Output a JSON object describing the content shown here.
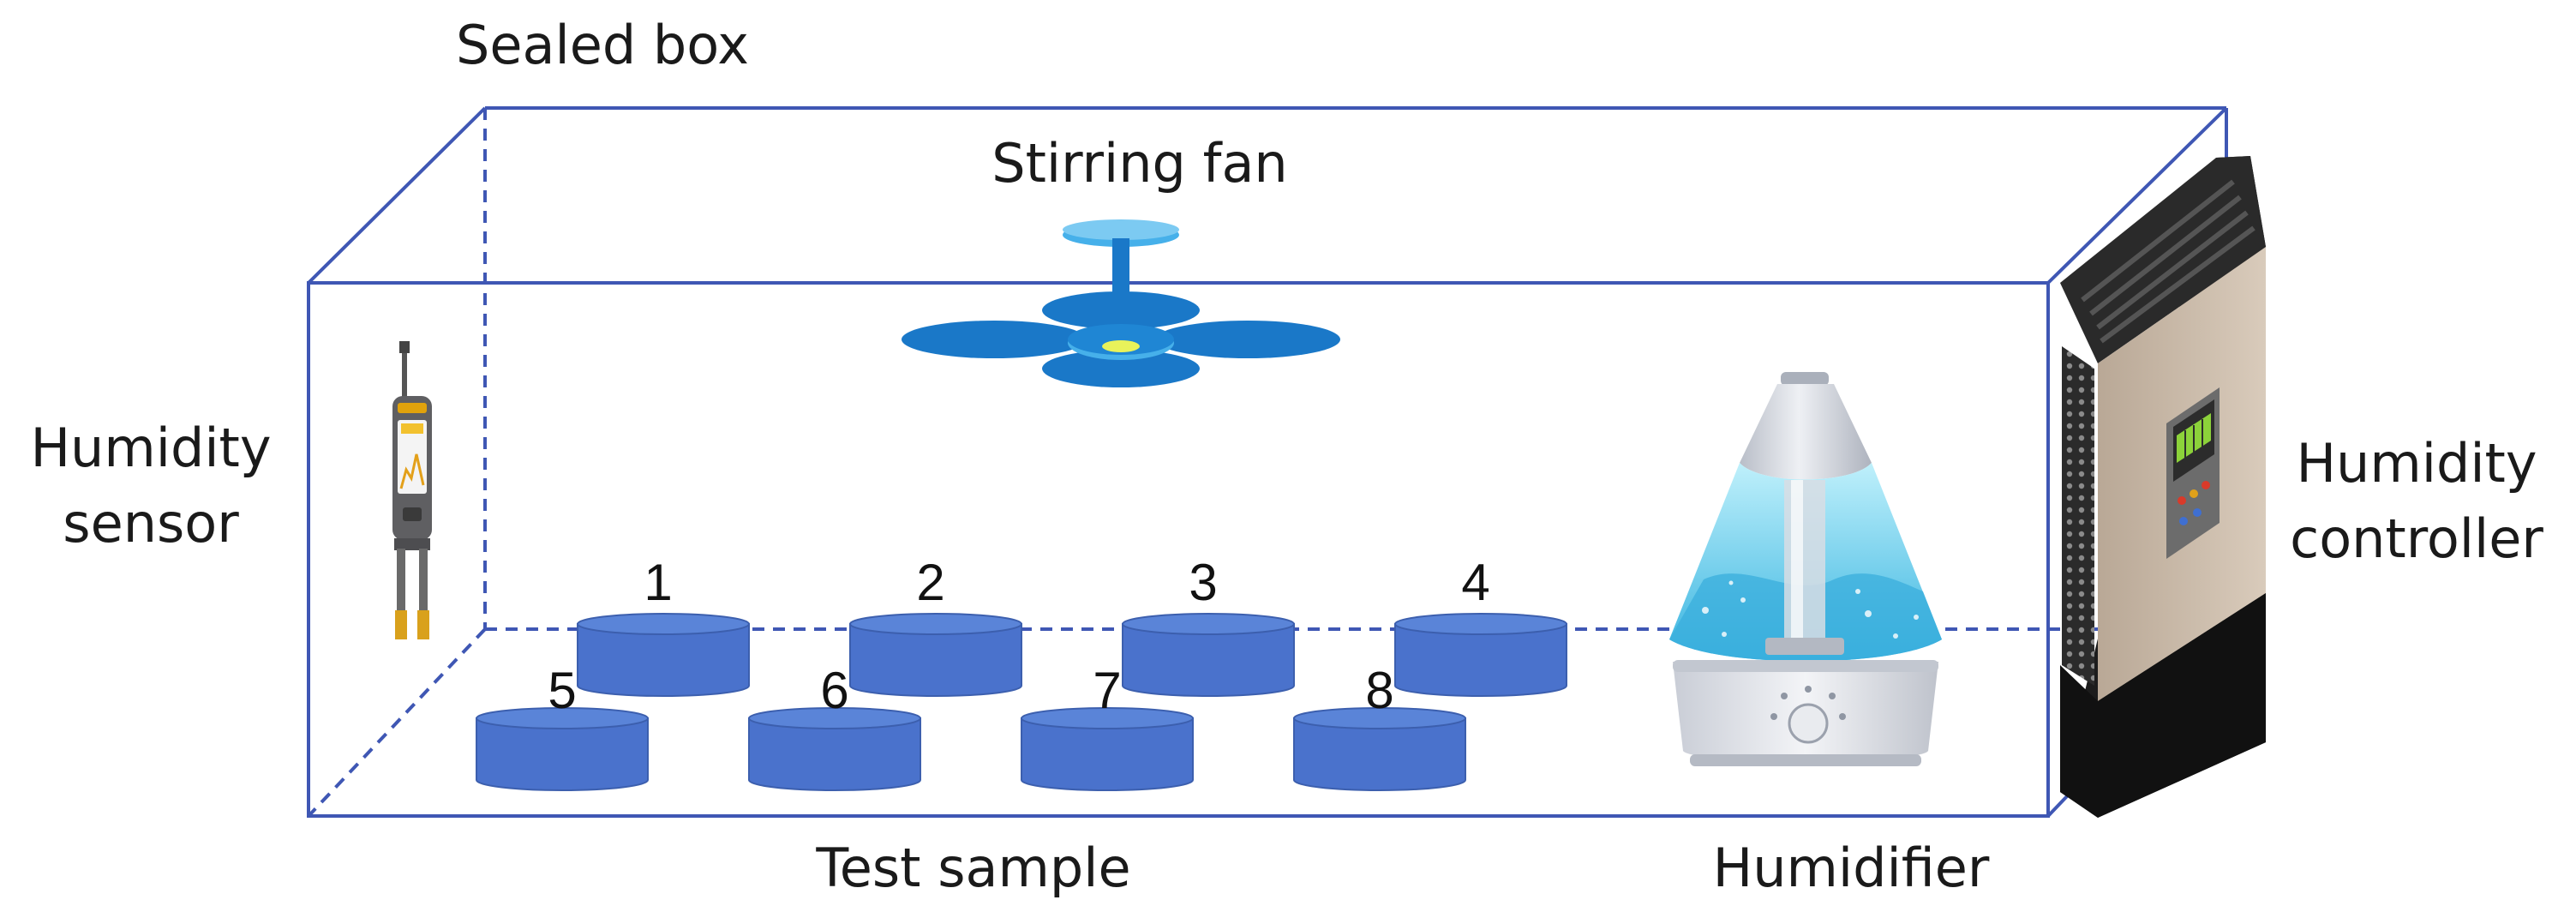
{
  "labels": {
    "sealed_box": "Sealed box",
    "stirring_fan": "Stirring fan",
    "humidity_sensor_line1": "Humidity",
    "humidity_sensor_line2": "sensor",
    "test_sample": "Test sample",
    "humidifier": "Humidifier",
    "humidity_controller_line1": "Humidity",
    "humidity_controller_line2": "controller"
  },
  "samples": {
    "back_row": [
      "1",
      "2",
      "3",
      "4"
    ],
    "front_row": [
      "5",
      "6",
      "7",
      "8"
    ]
  },
  "colors": {
    "box_edge": "#3f57b4",
    "sample_fill": "#4a72cc",
    "sample_top": "#5a84d8",
    "fan": "#1a78c8",
    "fan_light": "#46b0ea",
    "water": "#6fd0ee",
    "controller_body": "#c8b8a6",
    "controller_dark": "#1c1c1c"
  },
  "icons": {
    "sensor": "humidity-sensor-icon",
    "fan": "stirring-fan-icon",
    "humidifier": "humidifier-icon",
    "controller": "humidity-controller-icon"
  }
}
